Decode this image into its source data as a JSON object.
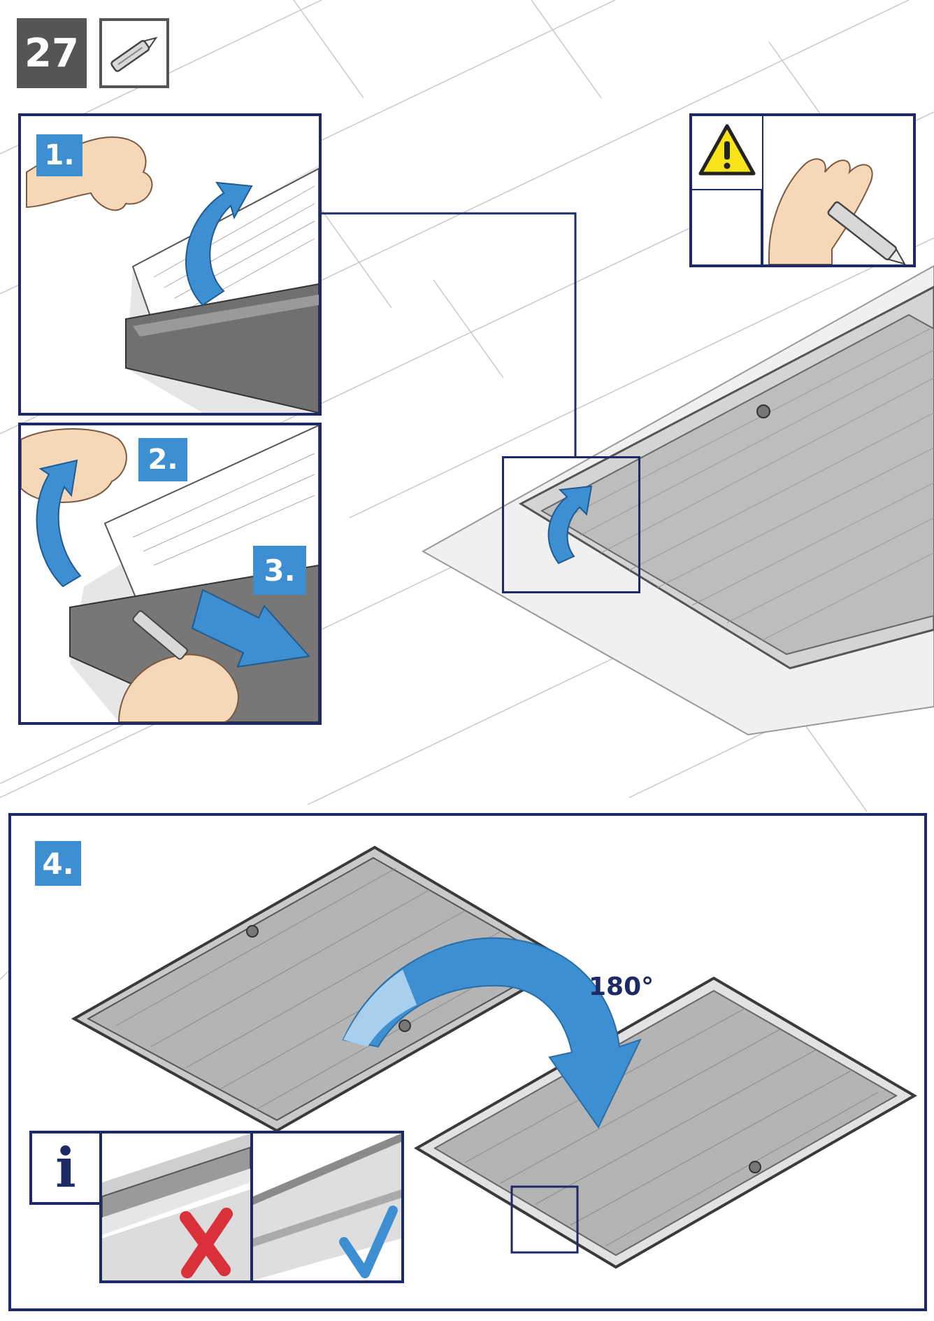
{
  "page": {
    "step_number": "27",
    "tool_icon": "utility-knife-icon"
  },
  "panels": {
    "step1": {
      "label": "1."
    },
    "step2": {
      "label": "2."
    },
    "step3": {
      "label": "3."
    },
    "step4": {
      "label": "4."
    }
  },
  "warning": {
    "icon": "warning-triangle-icon"
  },
  "rotation": {
    "label": "180°"
  },
  "info": {
    "icon_label": "i",
    "wrong_icon": "red-cross-icon",
    "right_icon": "blue-check-icon"
  },
  "colors": {
    "frame": "#1d2a66",
    "badge": "#3d8fd1",
    "arrow": "#3d8fd1",
    "wrong": "#d9303a",
    "warning": "#f7e31a"
  }
}
